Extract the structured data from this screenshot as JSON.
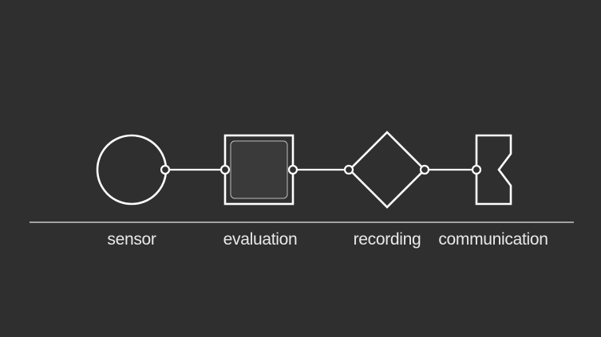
{
  "diagram": {
    "labels": {
      "sensor": "sensor",
      "evaluation": "evaluation",
      "recording": "recording",
      "communication": "communication"
    }
  },
  "colors": {
    "background": "#2f2f2f",
    "stroke": "#ffffff",
    "inner_fill": "#3a3a3a",
    "label": "#e9e9e9"
  }
}
